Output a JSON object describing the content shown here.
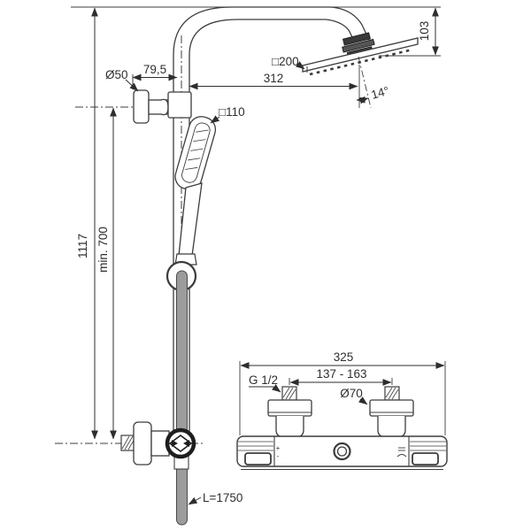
{
  "drawing": {
    "shower_column": {
      "total_height": "1117",
      "min_height": "min. 700",
      "bracket_offset": "79,5",
      "bracket_diameter": "Ø50",
      "rain_head_size": "□200",
      "rain_head_reach": "312",
      "rain_head_drop": "103",
      "rain_head_angle": "14°",
      "hand_shower_size": "□110",
      "hose_length": "L=1750"
    },
    "mixer": {
      "total_width": "325",
      "connection_spread": "137 - 163",
      "thread_size": "G 1/2",
      "escutcheon_diameter": "Ø70",
      "plus_mark": "+",
      "minus_mark": "-"
    },
    "colors": {
      "line": "#3c3c3c",
      "hose": "#9c9c9c",
      "background": "#ffffff"
    }
  }
}
